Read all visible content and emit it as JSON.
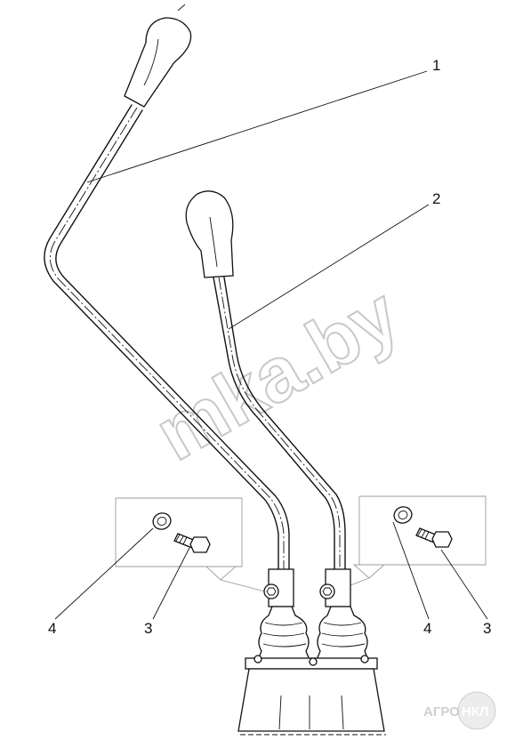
{
  "diagram": {
    "callouts": [
      {
        "id": "1",
        "label": "1"
      },
      {
        "id": "2",
        "label": "2"
      },
      {
        "id": "3a",
        "label": "3"
      },
      {
        "id": "4a",
        "label": "4"
      },
      {
        "id": "4b",
        "label": "4"
      },
      {
        "id": "3b",
        "label": "3"
      }
    ],
    "watermark": "mka.by",
    "logo": {
      "left": "АГРО",
      "right": "НКЛ",
      "left_color": "#cfcfcf",
      "right_color": "#cfcfcf"
    }
  }
}
